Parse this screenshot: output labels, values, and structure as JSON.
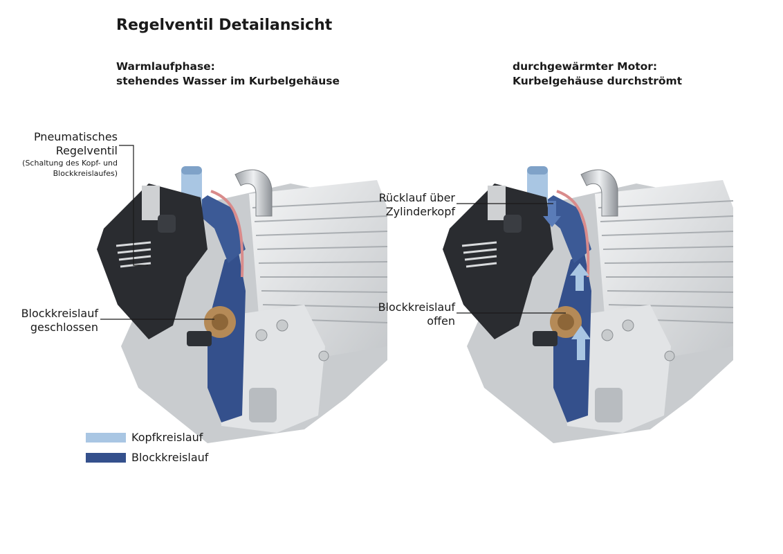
{
  "title": "Regelventil Detailansicht",
  "left_panel": {
    "subtitle_line1": "Warmlaufphase:",
    "subtitle_line2": "stehendes Wasser im Kurbelgehäuse",
    "callout_valve_line1": "Pneumatisches",
    "callout_valve_line2": "Regelventil",
    "callout_valve_note1": "(Schaltung des Kopf- und",
    "callout_valve_note2": "Blockkreislaufes)",
    "callout_block_line1": "Blockkreislauf",
    "callout_block_line2": "geschlossen"
  },
  "right_panel": {
    "subtitle_line1": "durchgewärmter Motor:",
    "subtitle_line2": "Kurbelgehäuse durchströmt",
    "callout_return_line1": "Rücklauf über",
    "callout_return_line2": "Zylinderkopf",
    "callout_block_line1": "Blockkreislauf",
    "callout_block_line2": "offen"
  },
  "legend": [
    {
      "label": "Kopfkreislauf",
      "color": "#a9c6e3"
    },
    {
      "label": "Blockkreislauf",
      "color": "#34508c"
    }
  ],
  "colors": {
    "head_circuit": "#a9c6e3",
    "block_circuit": "#34508c",
    "valve_body": "#2a2c30",
    "brass": "#b58a57",
    "gasket": "#d98b8b",
    "metal": "#d8dadc"
  }
}
